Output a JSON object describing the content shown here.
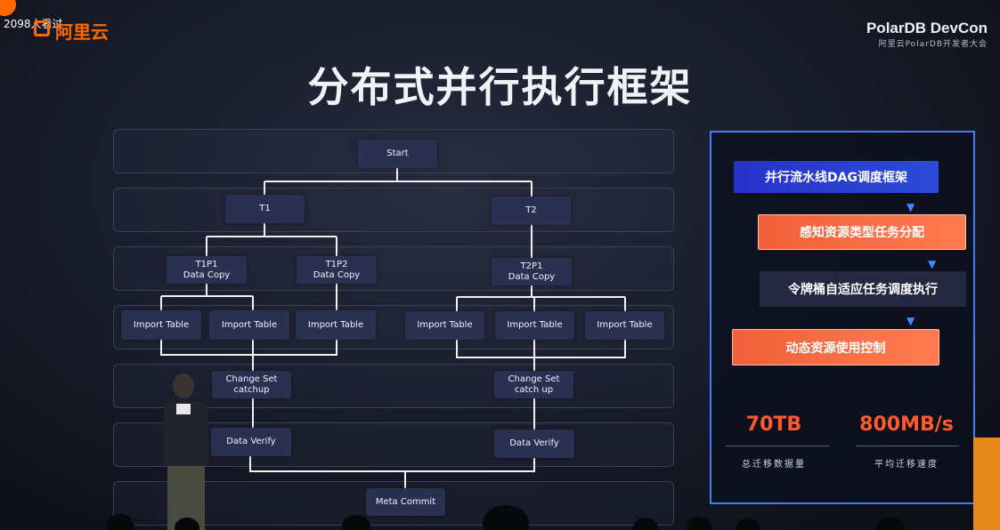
{
  "overlay": {
    "viewer_count": "2098人看过",
    "logo_text": "阿里云"
  },
  "event": {
    "name": "PolarDB DevCon",
    "subtitle": "阿里云PolarDB开发者大会"
  },
  "slide": {
    "title": "分布式并行执行框架"
  },
  "diagram": {
    "start": "Start",
    "t1": "T1",
    "t2": "T2",
    "t1p1": [
      "T1P1",
      "Data Copy"
    ],
    "t1p2": [
      "T1P2",
      "Data Copy"
    ],
    "t2p1": [
      "T2P1",
      "Data Copy"
    ],
    "import_table": "Import Table",
    "changeset_left": [
      "Change Set",
      "catchup"
    ],
    "changeset_right": [
      "Change Set",
      "catch up"
    ],
    "data_verify": "Data Verify",
    "meta_commit": "Meta Commit"
  },
  "panel": {
    "steps": [
      "并行流水线DAG调度框架",
      "感知资源类型任务分配",
      "令牌桶自适应任务调度执行",
      "动态资源使用控制"
    ],
    "stats": [
      {
        "value": "70TB",
        "label": "总迁移数据量"
      },
      {
        "value": "800MB/s",
        "label": "平均迁移速度"
      }
    ],
    "colors": {
      "accent_blue": "#3d7dff",
      "accent_orange": "#ff5a2e"
    }
  }
}
